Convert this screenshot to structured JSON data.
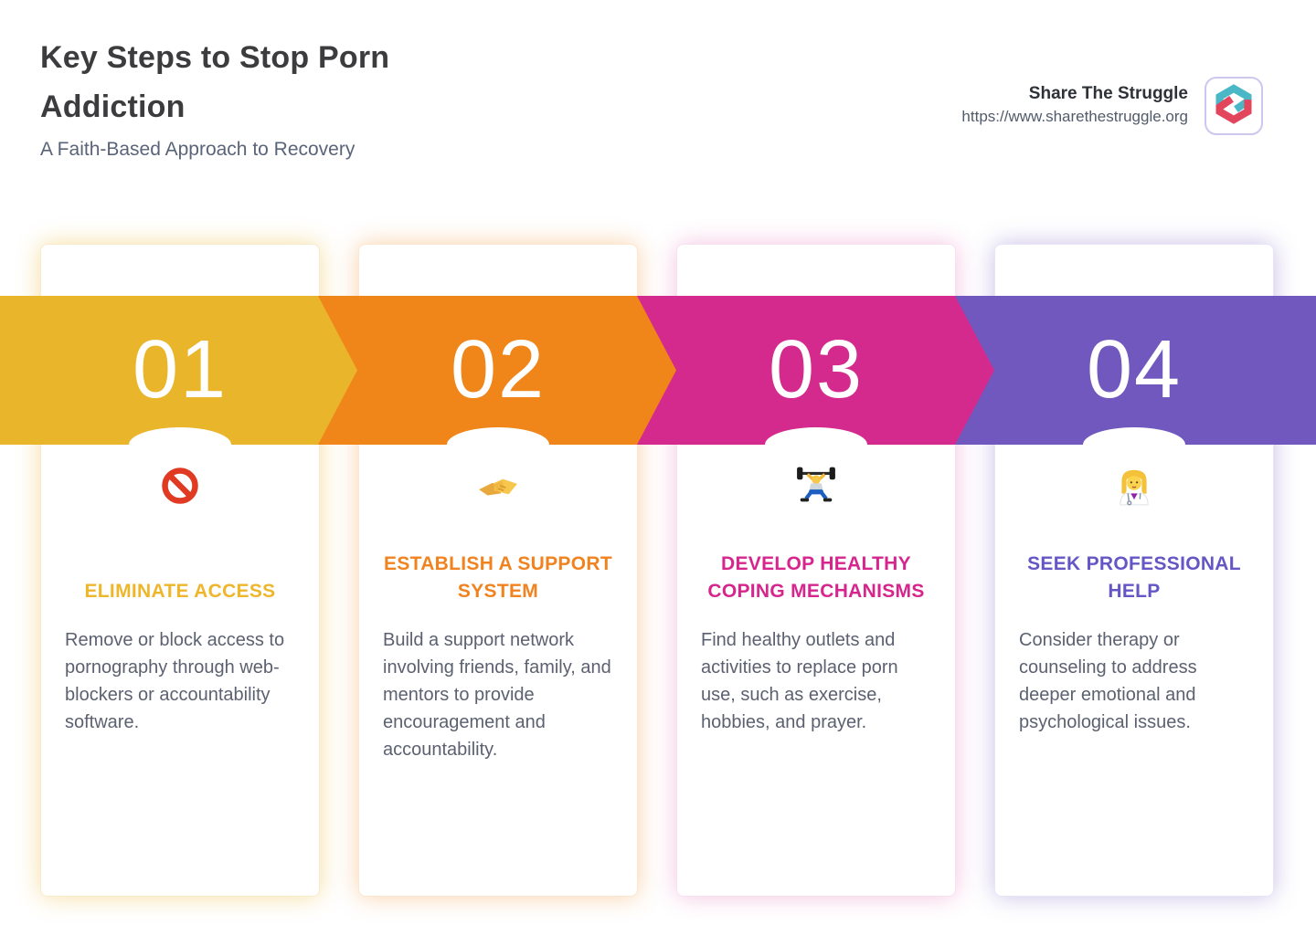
{
  "header": {
    "title": "Key Steps to Stop Porn Addiction",
    "subtitle": "A Faith-Based Approach to Recovery"
  },
  "brand": {
    "name": "Share The Struggle",
    "url": "https://www.sharethestruggle.org",
    "logo_icon": "share-the-struggle-s-logo",
    "logo_colors": {
      "teal": "#4AB7C6",
      "red": "#E2455C",
      "border": "#CDC7EE"
    }
  },
  "steps": [
    {
      "number": "01",
      "title": "ELIMINATE ACCESS",
      "description": "Remove or block access to pornography through web-blockers or accountability software.",
      "icon": "no-entry-icon",
      "banner_color": "#E9B52B",
      "title_color": "#EDB62B"
    },
    {
      "number": "02",
      "title": "ESTABLISH A SUPPORT SYSTEM",
      "description": "Build a support network involving friends, family, and mentors to provide encouragement and accountability.",
      "icon": "handshake-icon",
      "banner_color": "#F08519",
      "title_color": "#F0831F"
    },
    {
      "number": "03",
      "title": "DEVELOP HEALTHY COPING MECHANISMS",
      "description": "Find healthy outlets and activities to replace porn use, such as exercise, hobbies, and prayer.",
      "icon": "weightlifter-icon",
      "banner_color": "#D42A8E",
      "title_color": "#D6268D"
    },
    {
      "number": "04",
      "title": "SEEK PROFESSIONAL HELP",
      "description": "Consider therapy or counseling to address deeper emotional and psychological issues.",
      "icon": "woman-health-worker-icon",
      "banner_color": "#7158BE",
      "title_color": "#6556C6"
    }
  ]
}
